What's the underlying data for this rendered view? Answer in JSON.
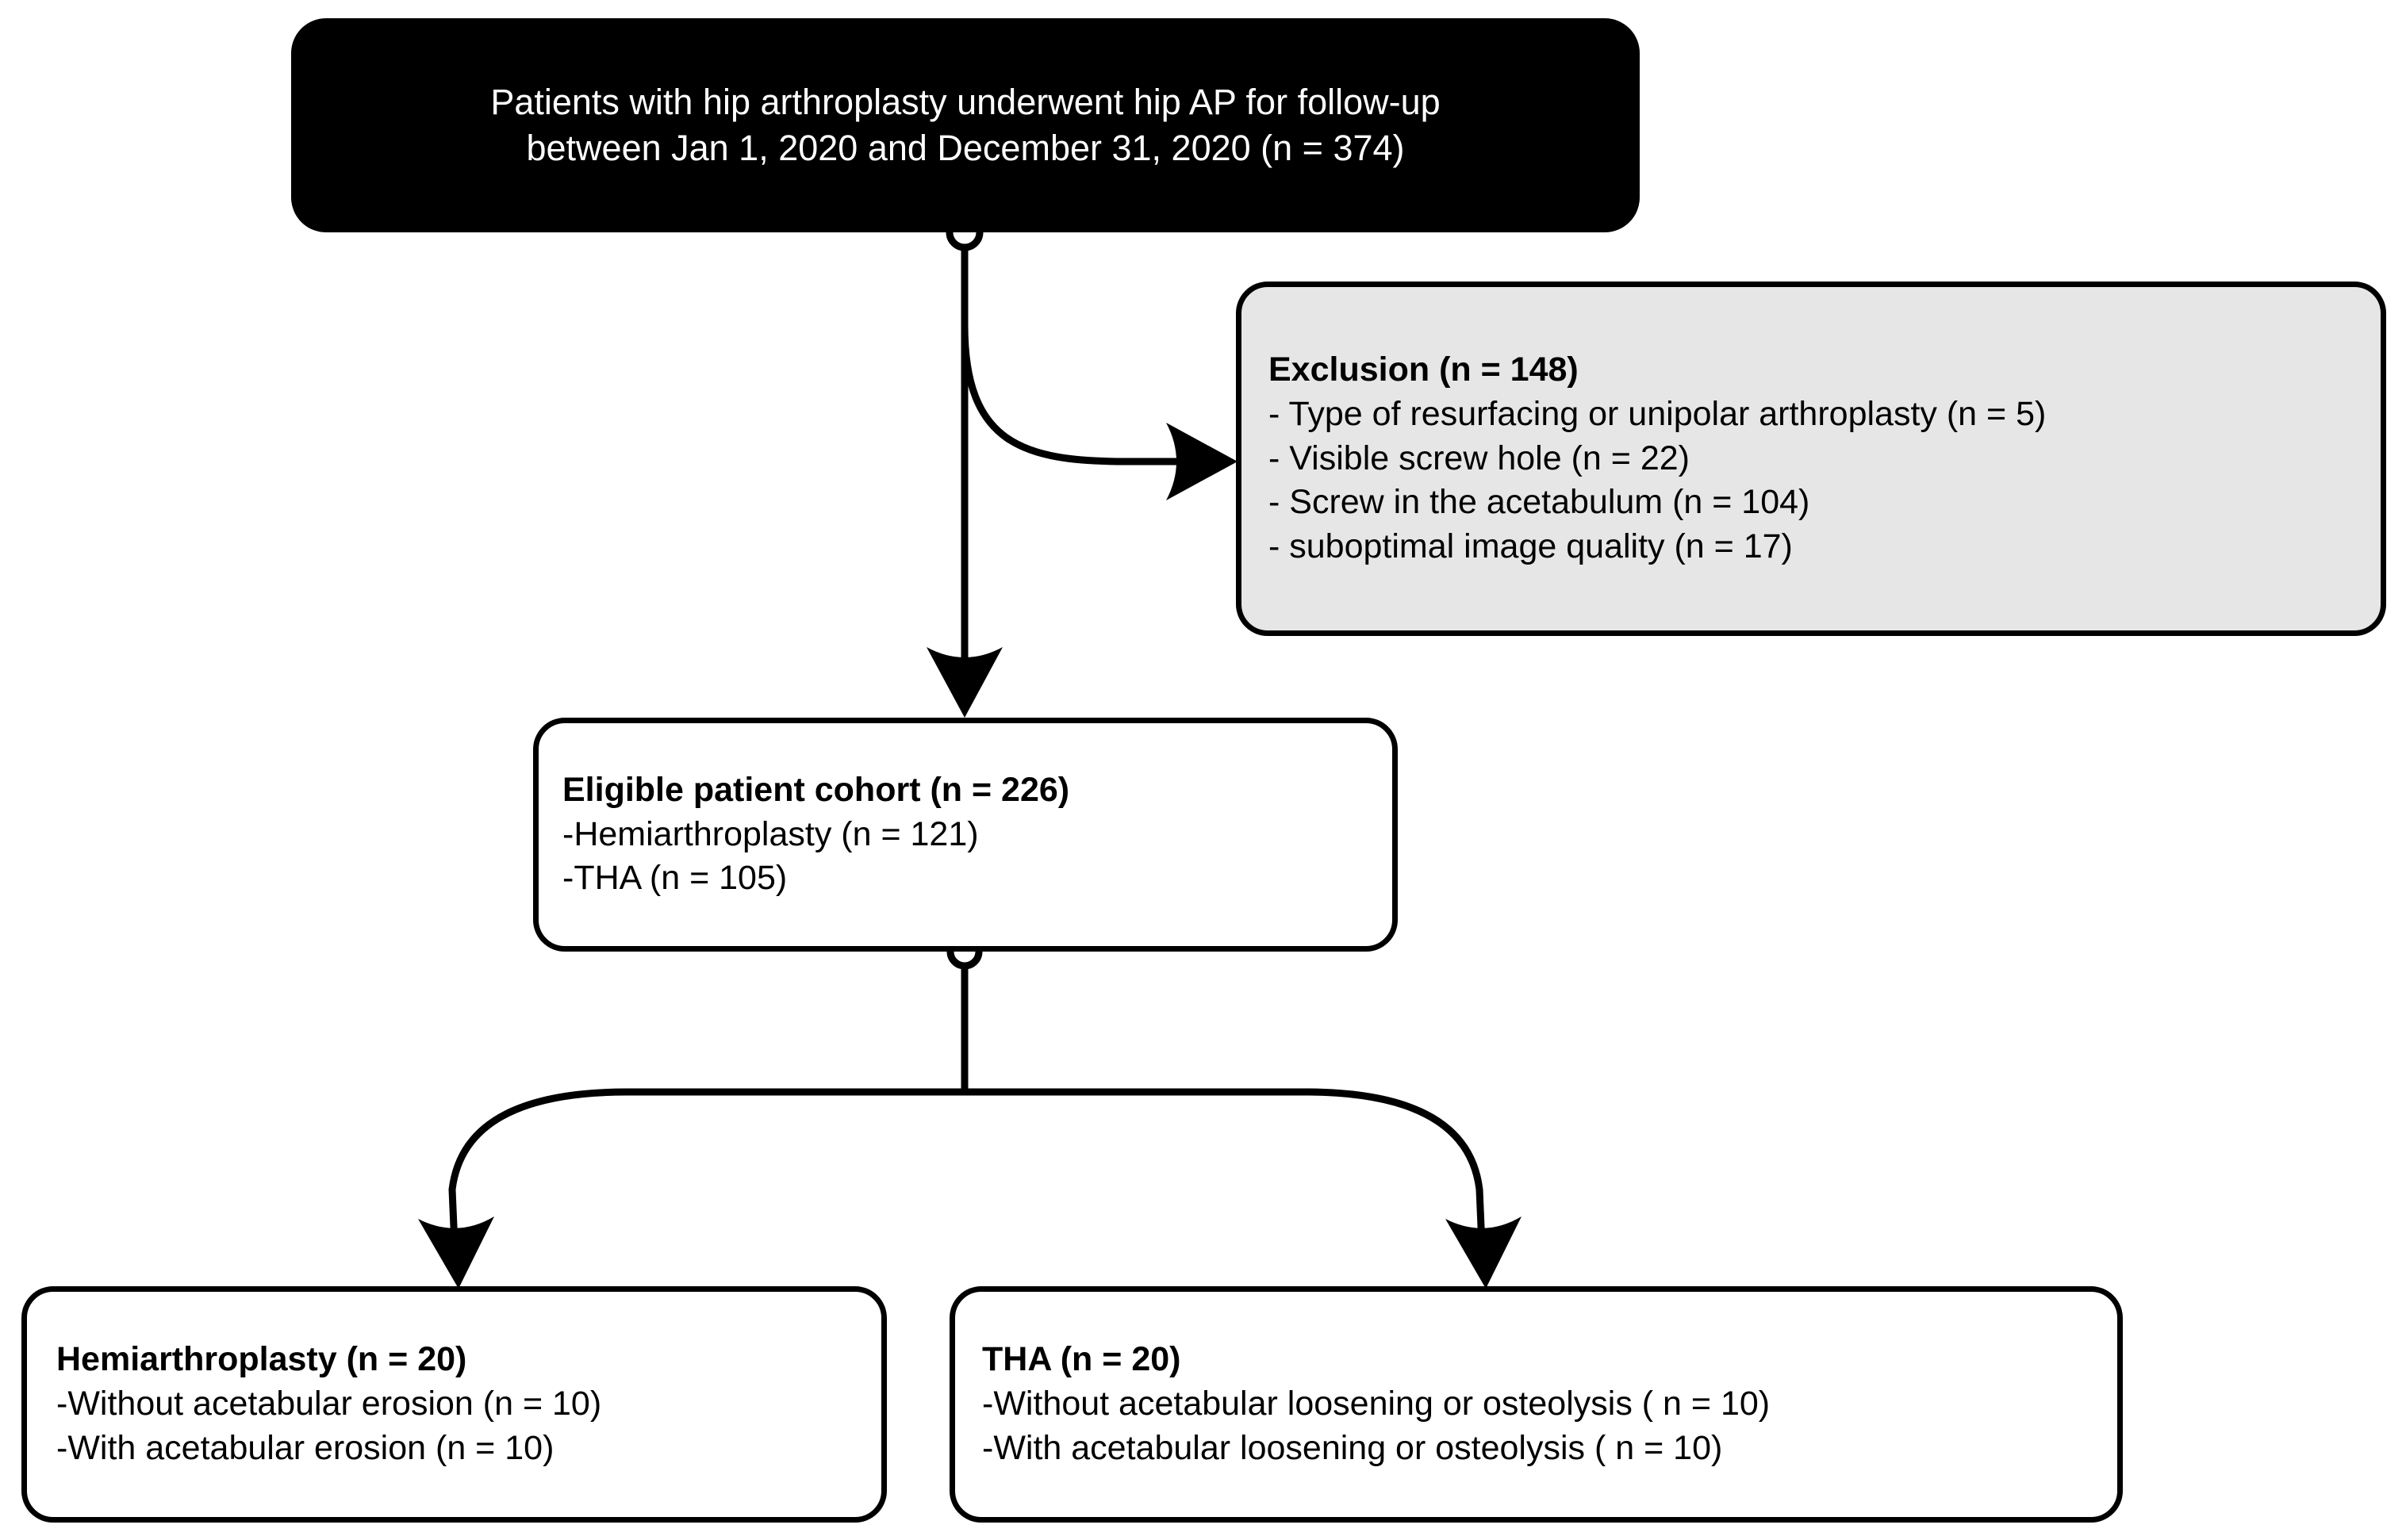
{
  "figure": {
    "type": "flowchart",
    "kind": "patient-selection-flow-diagram"
  },
  "nodes": {
    "source": {
      "id": "source-cohort",
      "style": "black-filled",
      "lines": [
        "Patients with hip arthroplasty underwent hip AP for follow-up",
        "between Jan 1, 2020 and December 31, 2020 (n = 374)"
      ],
      "n": 374
    },
    "exclusion": {
      "id": "exclusion",
      "style": "gray-filled",
      "title": "Exclusion (n = 148)",
      "n": 148,
      "items": [
        "- Type of resurfacing or unipolar arthroplasty (n = 5)",
        "- Visible screw hole (n = 22)",
        "- Screw in the acetabulum (n = 104)",
        "- suboptimal image quality (n = 17)"
      ]
    },
    "eligible": {
      "id": "eligible-cohort",
      "style": "white-filled",
      "title": "Eligible patient cohort (n = 226)",
      "n": 226,
      "items": [
        "-Hemiarthroplasty (n = 121)",
        "-THA (n = 105)"
      ]
    },
    "hemi": {
      "id": "hemiarthroplasty-group",
      "style": "white-filled",
      "title": "Hemiarthroplasty (n = 20)",
      "n": 20,
      "items": [
        "-Without acetabular erosion (n = 10)",
        "-With acetabular erosion (n = 10)"
      ]
    },
    "tha": {
      "id": "tha-group",
      "style": "white-filled",
      "title": "THA (n = 20)",
      "n": 20,
      "items": [
        "-Without acetabular loosening or osteolysis ( n = 10)",
        "-With acetabular loosening or osteolysis ( n = 10)"
      ]
    }
  },
  "edges": [
    {
      "id": "source-to-eligible",
      "from": "source",
      "to": "eligible",
      "marker": "arrow",
      "origin": "junction-dot"
    },
    {
      "id": "source-to-exclusion",
      "from": "source",
      "to": "exclusion",
      "marker": "arrow",
      "shape": "curved"
    },
    {
      "id": "eligible-to-hemi",
      "from": "eligible",
      "to": "hemi",
      "marker": "arrow",
      "shape": "curved",
      "origin": "junction-dot"
    },
    {
      "id": "eligible-to-tha",
      "from": "eligible",
      "to": "tha",
      "marker": "arrow",
      "shape": "curved",
      "origin": "junction-dot"
    }
  ],
  "colors": {
    "stroke": "#000000",
    "source_fill": "#000000",
    "source_text": "#ffffff",
    "exclusion_fill": "#e6e6e6",
    "node_fill": "#ffffff",
    "text": "#000000"
  }
}
